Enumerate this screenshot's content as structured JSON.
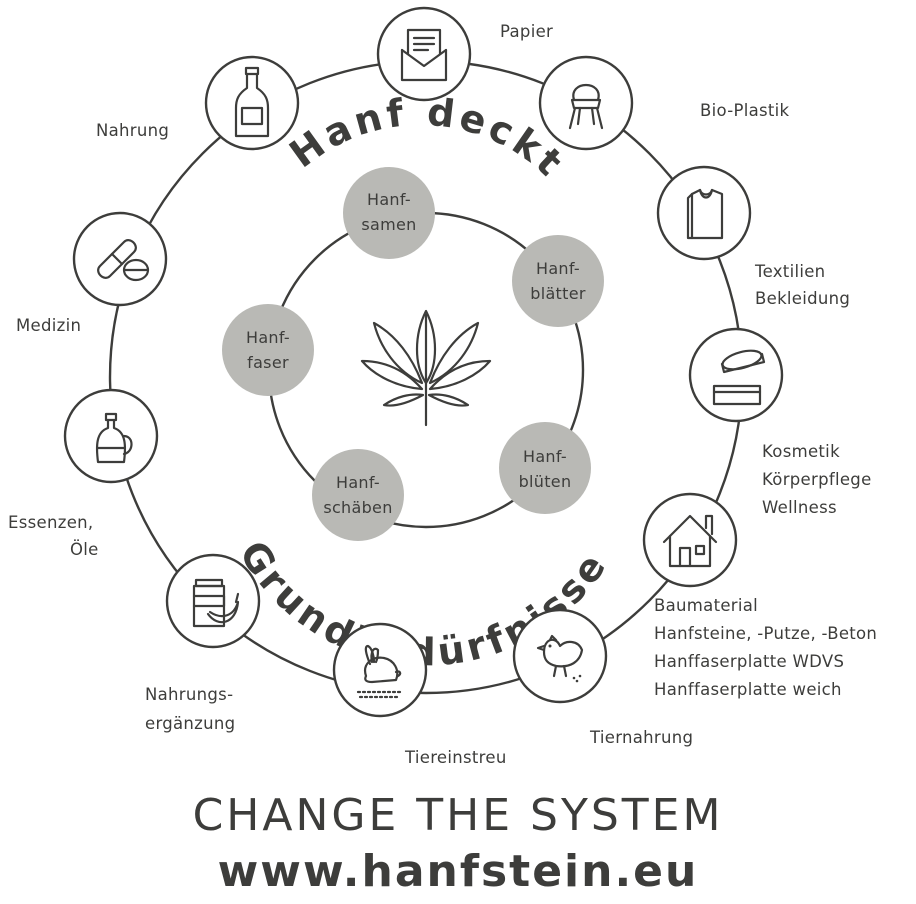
{
  "diagram": {
    "arc_top": "Hanf deckt",
    "arc_bottom": "Grundbedürfnisse",
    "center_icon": "cannabis-leaf-icon",
    "sources": [
      {
        "key": "samen",
        "line1": "Hanf-",
        "line2": "samen"
      },
      {
        "key": "blaetter",
        "line1": "Hanf-",
        "line2": "blätter"
      },
      {
        "key": "blueten",
        "line1": "Hanf-",
        "line2": "blüten"
      },
      {
        "key": "schaeben",
        "line1": "Hanf-",
        "line2": "schäben"
      },
      {
        "key": "faser",
        "line1": "Hanf-",
        "line2": "faser"
      }
    ],
    "uses": {
      "papier": {
        "icon": "envelope-letter-icon",
        "lines": [
          "Papier"
        ]
      },
      "bioplastik": {
        "icon": "chair-icon",
        "lines": [
          "Bio-Plastik"
        ]
      },
      "textilien": {
        "icon": "shirt-icon",
        "lines": [
          "Textilien",
          "Bekleidung"
        ]
      },
      "kosmetik": {
        "icon": "cream-jar-icon",
        "lines": [
          "Kosmetik",
          "Körperpflege",
          "Wellness"
        ]
      },
      "baumaterial": {
        "icon": "house-icon",
        "lines": [
          "Baumaterial",
          "Hanfsteine, -Putze, -Beton",
          "Hanffaserplatte WDVS",
          "Hanffaserplatte weich"
        ]
      },
      "tiernahrung": {
        "icon": "chicken-icon",
        "lines": [
          "Tiernahrung"
        ]
      },
      "tiereinstreu": {
        "icon": "rabbit-icon",
        "lines": [
          "Tiereinstreu"
        ]
      },
      "nahrungsergaenzung": {
        "icon": "supplement-jar-banana-icon",
        "lines": [
          "Nahrungs-",
          "ergänzung"
        ]
      },
      "essenzen": {
        "icon": "oil-bottle-icon",
        "lines": [
          "Essenzen,",
          "Öle"
        ]
      },
      "medizin": {
        "icon": "pills-icon",
        "lines": [
          "Medizin"
        ]
      },
      "nahrung": {
        "icon": "bottle-icon",
        "lines": [
          "Nahrung"
        ]
      }
    }
  },
  "footer": {
    "slogan": "CHANGE THE SYSTEM",
    "url": "www.hanfstein.eu"
  }
}
